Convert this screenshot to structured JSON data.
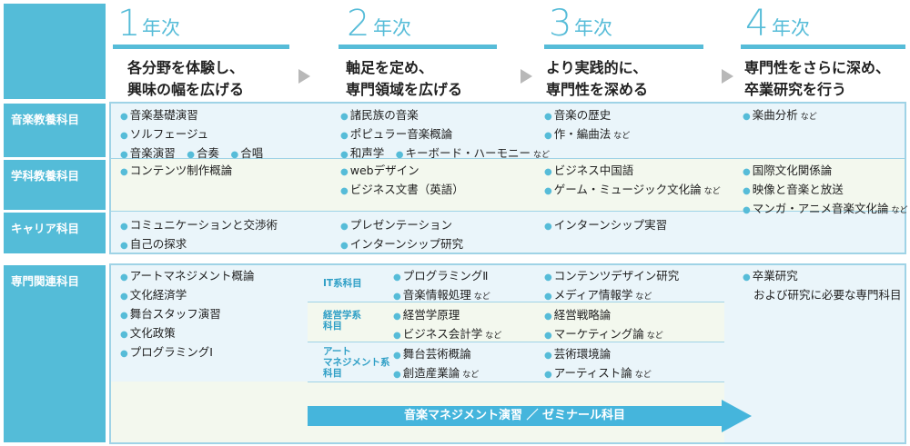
{
  "years": [
    {
      "num": "1",
      "suffix": "年次",
      "desc1": "各分野を体験し、",
      "desc2": "興味の幅を広げる"
    },
    {
      "num": "2",
      "suffix": "年次",
      "desc1": "軸足を定め、",
      "desc2": "専門領域を広げる"
    },
    {
      "num": "3",
      "suffix": "年次",
      "desc1": "より実践的に、",
      "desc2": "専門性を深める"
    },
    {
      "num": "4",
      "suffix": "年次",
      "desc1": "専門性をさらに深め、",
      "desc2": "卒業研究を行う"
    }
  ],
  "rows": {
    "ongaku": {
      "label": "音楽教養科目",
      "y1": [
        "音楽基礎演習",
        "ソルフェージュ"
      ],
      "y1_inline": [
        "音楽演習",
        "合奏",
        "合唱"
      ],
      "y2": [
        "諸民族の音楽",
        "ポピュラー音楽概論"
      ],
      "y2_inline": [
        "和声学",
        "キーボード・ハーモニー"
      ],
      "y3": [
        "音楽の歴史",
        "作・編曲法"
      ],
      "y4": [
        "楽曲分析"
      ]
    },
    "gakka": {
      "label": "学科教養科目",
      "y1": [
        "コンテンツ制作概論"
      ],
      "y2": [
        "webデザイン",
        "ビジネス文書（英語）"
      ],
      "y3": [
        "ビジネス中国語",
        "ゲーム・ミュージック文化論"
      ],
      "y4": [
        "国際文化関係論",
        "映像と音楽と放送",
        "マンガ・アニメ音楽文化論"
      ]
    },
    "career": {
      "label": "キャリア科目",
      "y1": [
        "コミュニケーションと交渉術",
        "自己の探求"
      ],
      "y2": [
        "プレゼンテーション",
        "インターンシップ研究"
      ],
      "y3": [
        "インターンシップ実習"
      ]
    },
    "senmon": {
      "label": "専門関連科目",
      "y1": [
        "アートマネジメント概論",
        "文化経済学",
        "舞台スタッフ演習",
        "文化政策",
        "プログラミングⅠ"
      ],
      "it": {
        "label": "IT系科目",
        "y2": [
          "プログラミングⅡ",
          "音楽情報処理"
        ],
        "y3": [
          "コンテンツデザイン研究",
          "メディア情報学"
        ]
      },
      "keiei": {
        "label1": "経営学系",
        "label2": "科目",
        "y2": [
          "経営学原理",
          "ビジネス会計学"
        ],
        "y3": [
          "経営戦略論",
          "マーケティング論"
        ]
      },
      "art": {
        "label1": "アート",
        "label2": "マネジメント系",
        "label3": "科目",
        "y2": [
          "舞台芸術概論",
          "創造産業論"
        ],
        "y3": [
          "芸術環境論",
          "アーティスト論"
        ]
      },
      "y4_line1": "卒業研究",
      "y4_line2": "および研究に必要な専門科目",
      "arrow": "音楽マネジメント演習 ／ ゼミナール科目"
    }
  },
  "nado": "など",
  "colors": {
    "accent": "#56bcd8",
    "border": "#9fd3e6",
    "panel": "#eaf5fa",
    "green": "#f3f8ee",
    "arrow": "#45b5dc"
  }
}
